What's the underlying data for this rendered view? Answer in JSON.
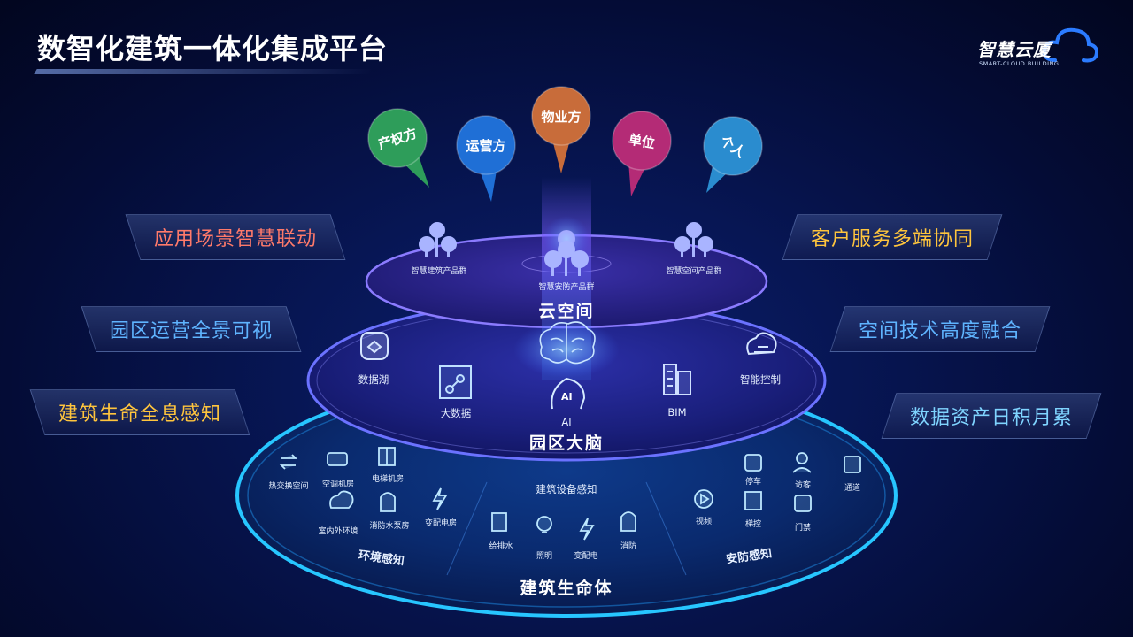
{
  "page": {
    "title": "数智化建筑一体化集成平台"
  },
  "brand": {
    "name": "智慧云厦",
    "subtitle": "SMART-CLOUD BUILDING"
  },
  "stakeholders": [
    {
      "label": "产权方",
      "color": "#2e9d5a"
    },
    {
      "label": "运营方",
      "color": "#1f6fd6"
    },
    {
      "label": "物业方",
      "color": "#c86c3a"
    },
    {
      "label": "单位",
      "color": "#b42b76"
    },
    {
      "label": "个人",
      "color": "#2a8ccf"
    }
  ],
  "side_labels": {
    "left": [
      {
        "text": "应用场景智慧联动",
        "color": "#ff7a6a"
      },
      {
        "text": "园区运营全景可视",
        "color": "#5fb4ff"
      },
      {
        "text": "建筑生命全息感知",
        "color": "#ffc53d"
      }
    ],
    "right": [
      {
        "text": "客户服务多端协同",
        "color": "#ffc53d"
      },
      {
        "text": "空间技术高度融合",
        "color": "#5fb4ff"
      },
      {
        "text": "数据资产日积月累",
        "color": "#7fd4ff"
      }
    ]
  },
  "layers": {
    "top": {
      "title": "云空间",
      "items": [
        "智慧建筑产品群",
        "智慧安防产品群",
        "智慧空间产品群"
      ]
    },
    "middle": {
      "title": "园区大脑",
      "items": [
        "数据湖",
        "大数据",
        "AI",
        "BIM",
        "智能控制"
      ]
    },
    "bottom": {
      "title": "建筑生命体",
      "groups": {
        "env": {
          "title": "环境感知",
          "items": [
            "热交换空间",
            "空调机房",
            "电梯机房",
            "室内外环境",
            "消防水泵房",
            "变配电房"
          ]
        },
        "device": {
          "title": "建筑设备感知",
          "items": [
            "给排水",
            "照明",
            "变配电",
            "消防"
          ]
        },
        "security": {
          "title": "安防感知",
          "items": [
            "停车",
            "访客",
            "通道",
            "视频",
            "梯控",
            "门禁"
          ]
        }
      }
    }
  }
}
